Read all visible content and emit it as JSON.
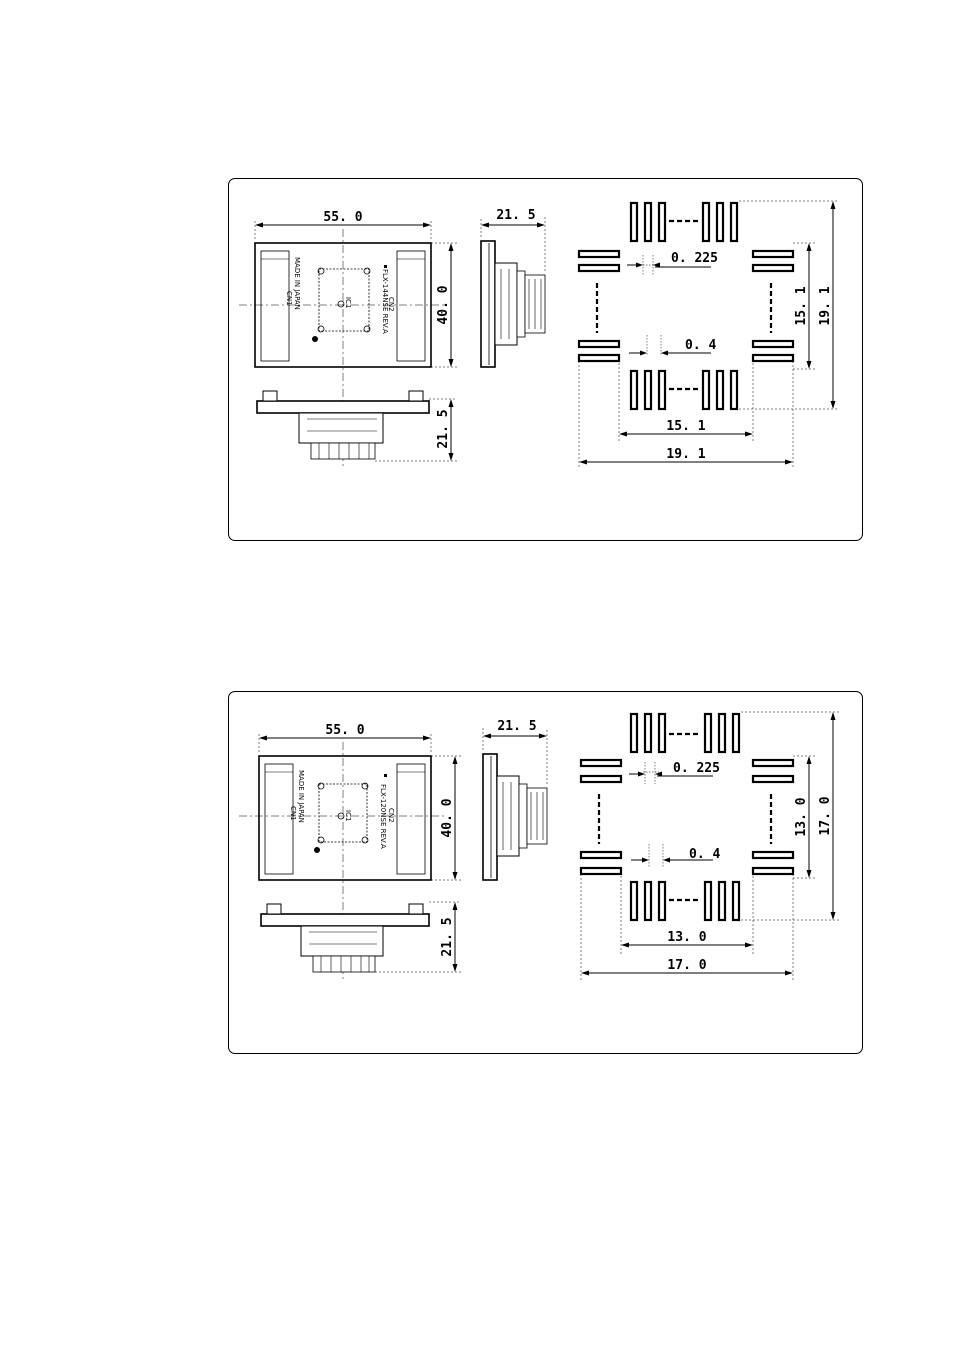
{
  "figures": [
    {
      "id": "fig1",
      "board_width": "55. 0",
      "board_height": "40. 0",
      "side_width": "21. 5",
      "front_height": "21. 5",
      "pitch": "0. 225",
      "pad_width": "0. 4",
      "inner_vertical": "15. 1",
      "outer_vertical": "19. 1",
      "inner_horizontal": "15. 1",
      "outer_horizontal": "19. 1",
      "board_name": "FLX-144NSE REV.A",
      "made_in": "MADE IN JAPAN",
      "cn1": "CN1",
      "cn2": "CN2",
      "ic1": "IC1"
    },
    {
      "id": "fig2",
      "board_width": "55. 0",
      "board_height": "40. 0",
      "side_width": "21. 5",
      "front_height": "21. 5",
      "pitch": "0. 225",
      "pad_width": "0. 4",
      "inner_vertical": "13. 0",
      "outer_vertical": "17. 0",
      "inner_horizontal": "13. 0",
      "outer_horizontal": "17. 0",
      "board_name": "FLX-120NSE REV.A",
      "made_in": "MADE IN JAPAN",
      "cn1": "CN1",
      "cn2": "CN2",
      "ic1": "IC1"
    }
  ]
}
